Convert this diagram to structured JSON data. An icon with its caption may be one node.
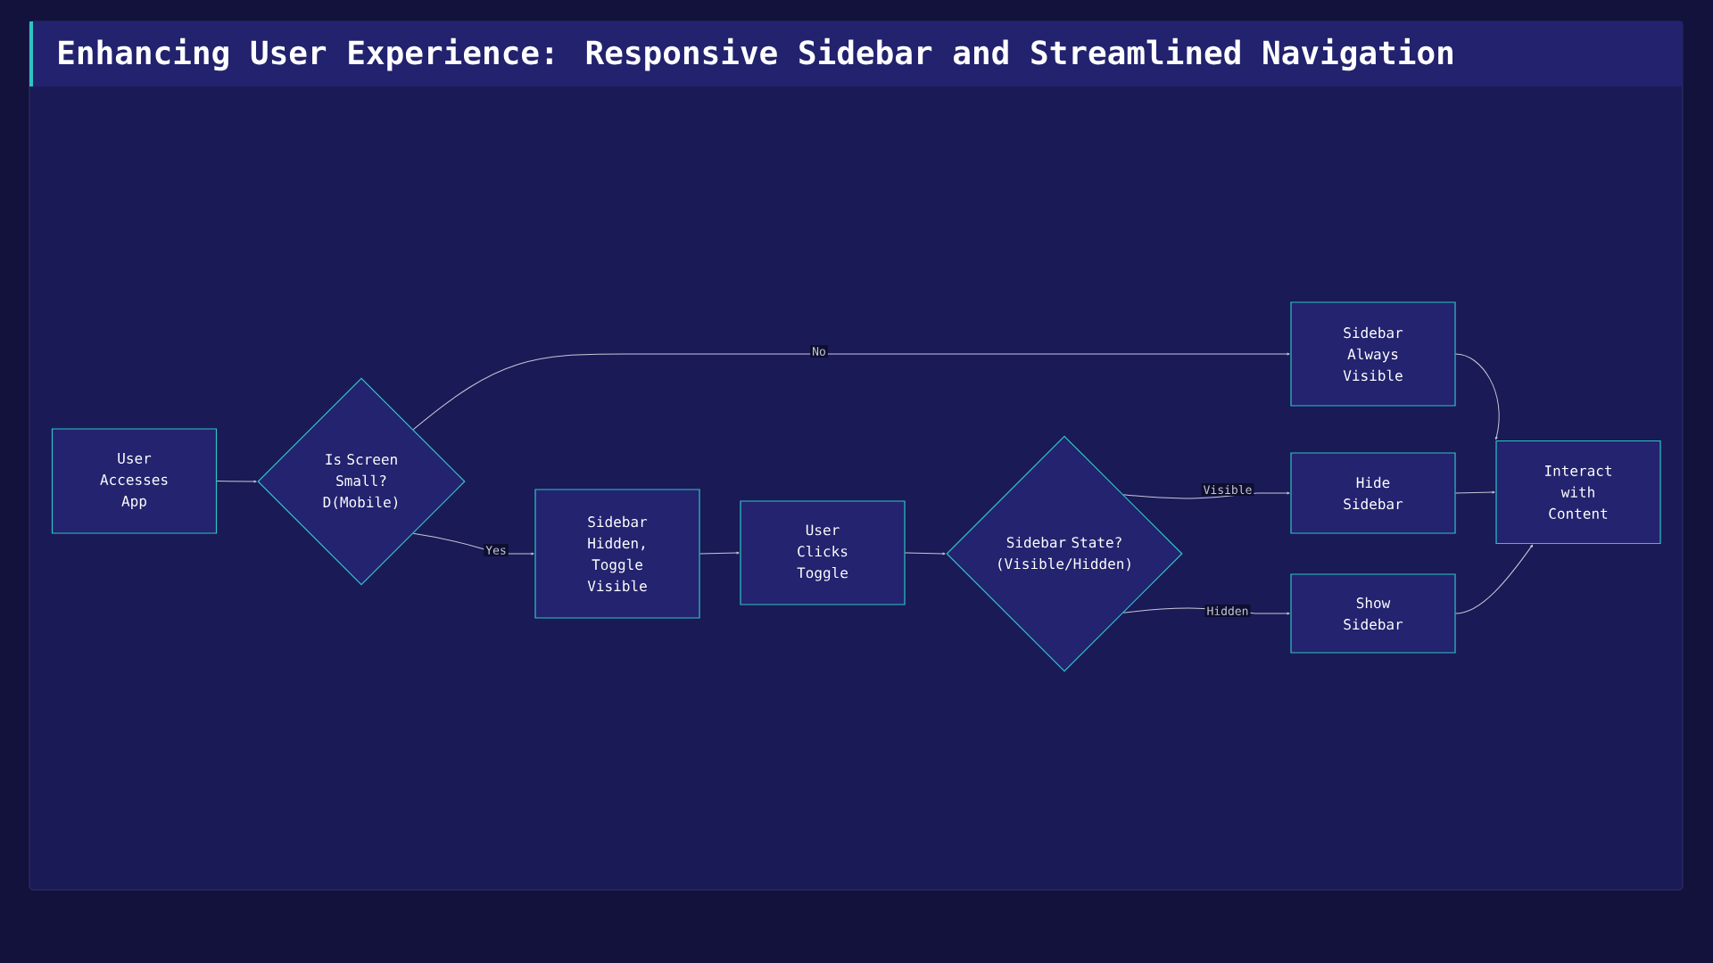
{
  "diagram": {
    "title": "Enhancing User Experience: Responsive Sidebar and Streamlined Navigation",
    "nodes": [
      {
        "text": [
          "User Accesses App"
        ]
      },
      {
        "text": [
          "Is Screen Small? D(Mobile)"
        ]
      },
      {
        "text": [
          "Sidebar Hidden, Toggle Visible"
        ]
      },
      {
        "text": [
          "User Clicks Toggle"
        ]
      },
      {
        "text": [
          "Sidebar State? (Visible/Hidden)"
        ]
      },
      {
        "text": [
          "Sidebar Always Visible"
        ]
      },
      {
        "text": [
          "Hide Sidebar"
        ]
      },
      {
        "text": [
          "Show Sidebar"
        ]
      },
      {
        "text": [
          "Interact with Content"
        ]
      }
    ],
    "edges": [
      {
        "from": 0,
        "to": 1,
        "arrow": "to"
      },
      {
        "from": 1,
        "to": 5,
        "arrow": "to",
        "label": "No"
      },
      {
        "from": 1,
        "to": 2,
        "arrow": "to",
        "label": "Yes"
      },
      {
        "from": 2,
        "to": 3,
        "arrow": "to"
      },
      {
        "from": 3,
        "to": 4,
        "arrow": "to"
      },
      {
        "from": 4,
        "to": 6,
        "arrow": "to",
        "label": "Visible"
      },
      {
        "from": 4,
        "to": 7,
        "arrow": "to",
        "label": "Hidden"
      },
      {
        "from": 5,
        "to": 8,
        "arrow": "to"
      },
      {
        "from": 6,
        "to": 8,
        "arrow": "to"
      },
      {
        "from": 7,
        "to": 8,
        "arrow": "to"
      }
    ]
  }
}
